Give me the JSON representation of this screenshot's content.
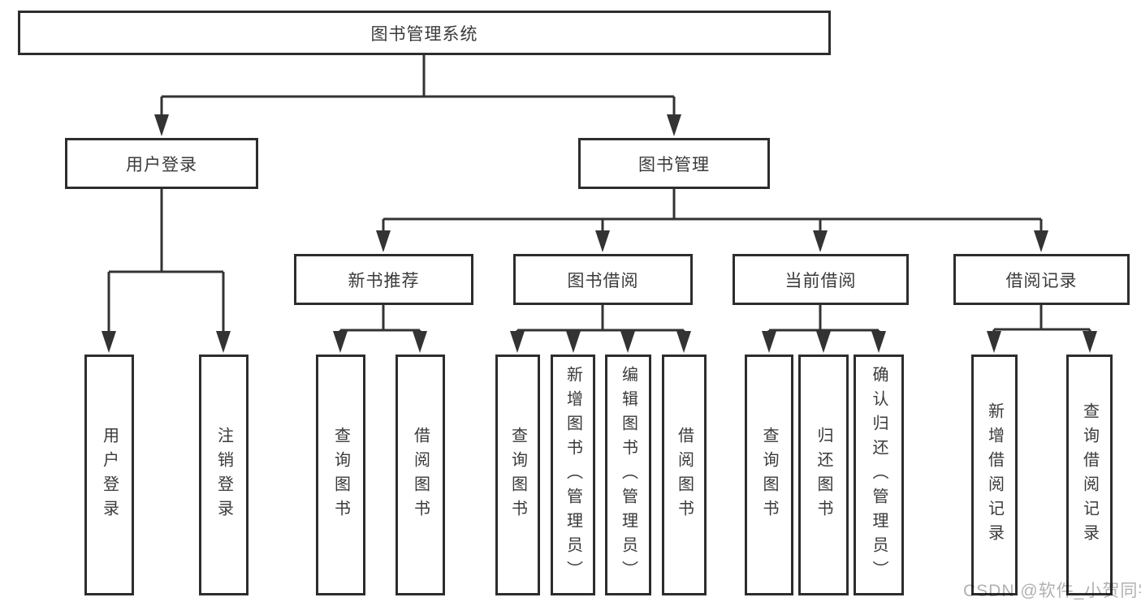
{
  "diagram": {
    "type": "hierarchy-tree",
    "colors": {
      "background": "#ffffff",
      "box_border": "#2d2d2d",
      "connector_line": "#333333",
      "text": "#3a3a3a",
      "watermark": "#b1b1b1"
    },
    "root": {
      "label": "图书管理系统"
    },
    "branches": [
      {
        "label": "用户登录",
        "children": [
          {
            "label": "用户登录"
          },
          {
            "label": "注销登录"
          }
        ]
      },
      {
        "label": "图书管理",
        "children": [
          {
            "label": "新书推荐",
            "children": [
              {
                "label": "查询图书"
              },
              {
                "label": "借阅图书"
              }
            ]
          },
          {
            "label": "图书借阅",
            "children": [
              {
                "label": "查询图书"
              },
              {
                "label": "新增图书（管理员）"
              },
              {
                "label": "编辑图书（管理员）"
              },
              {
                "label": "借阅图书"
              }
            ]
          },
          {
            "label": "当前借阅",
            "children": [
              {
                "label": "查询图书"
              },
              {
                "label": "归还图书"
              },
              {
                "label": "确认归还（管理员）"
              }
            ]
          },
          {
            "label": "借阅记录",
            "children": [
              {
                "label": "新增借阅记录"
              },
              {
                "label": "查询借阅记录"
              }
            ]
          }
        ]
      }
    ],
    "watermark": {
      "text": "CSDN @软件_小贺同学"
    }
  }
}
